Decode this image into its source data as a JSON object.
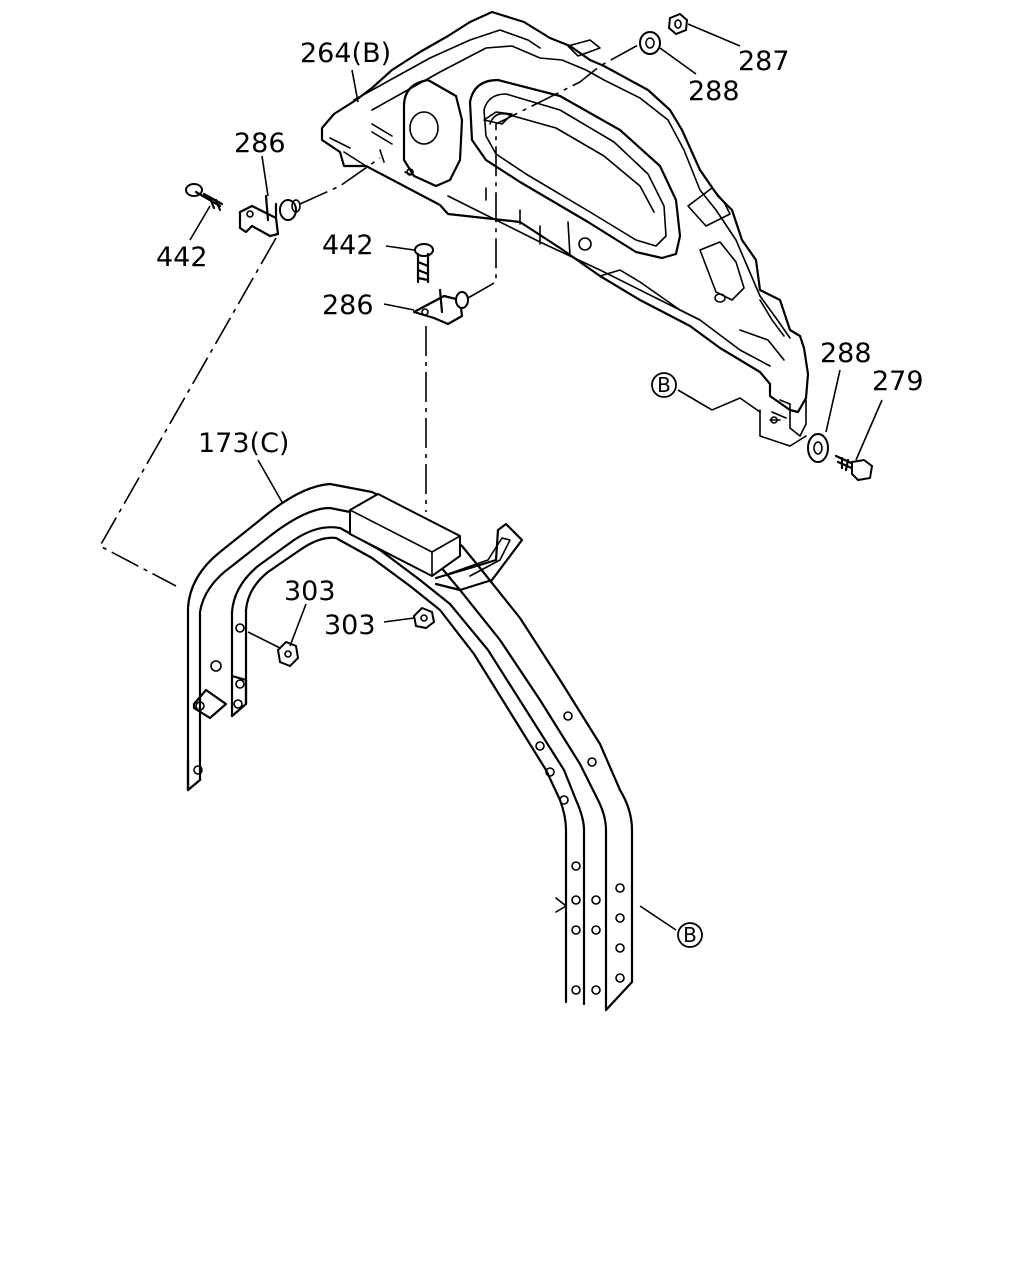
{
  "labels": {
    "l264b": "264(B)",
    "l287": "287",
    "l288_top": "288",
    "l286_left": "286",
    "l442_left": "442",
    "l442_mid": "442",
    "l286_mid": "286",
    "l288_right": "288",
    "l279": "279",
    "l173c": "173(C)",
    "l303_a": "303",
    "l303_b": "303",
    "ref_b": "B"
  }
}
